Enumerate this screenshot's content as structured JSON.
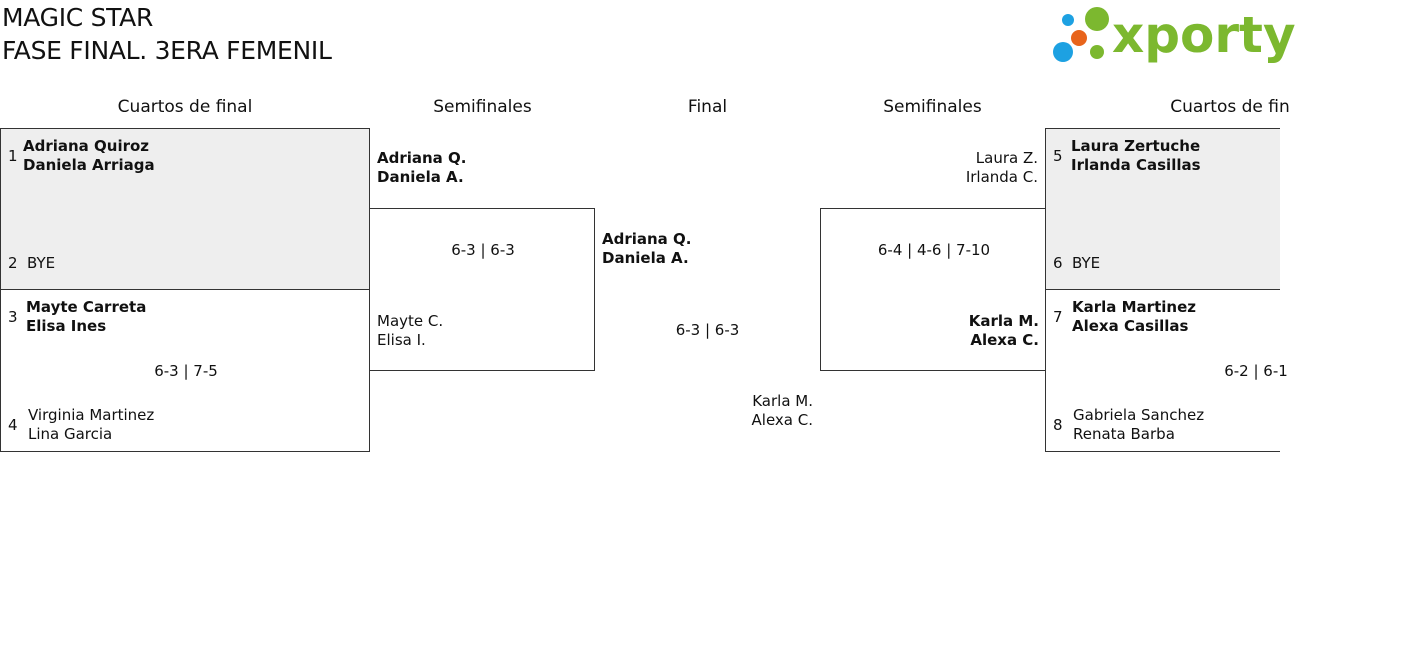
{
  "title": {
    "line1": "MAGIC STAR",
    "line2": "FASE FINAL. 3ERA FEMENIL"
  },
  "logo": {
    "text": "xporty",
    "colors": {
      "green": "#7cb82f",
      "blue": "#1da1e2",
      "orange": "#e8641b"
    }
  },
  "rounds": {
    "quarters_left": "Cuartos de final",
    "semis_left": "Semifinales",
    "final": "Final",
    "semis_right": "Semifinales",
    "quarters_right": "Cuartos de fin"
  },
  "quarters_left": {
    "match1": {
      "seed_a": "1",
      "team_a": [
        "Adriana Quiroz",
        "Daniela Arriaga"
      ],
      "seed_b": "2",
      "team_b": [
        "BYE"
      ]
    },
    "match2": {
      "seed_a": "3",
      "team_a": [
        "Mayte Carreta",
        "Elisa Ines"
      ],
      "score": "6-3 | 7-5",
      "seed_b": "4",
      "team_b": [
        "Virginia Martinez",
        "Lina Garcia"
      ]
    }
  },
  "semis_left": {
    "team_a": [
      "Adriana Q.",
      "Daniela A."
    ],
    "score": "6-3 | 6-3",
    "team_b": [
      "Mayte C.",
      "Elisa I."
    ]
  },
  "final": {
    "team_a": [
      "Adriana Q.",
      "Daniela A."
    ],
    "score": "6-3 | 6-3",
    "team_b": [
      "Karla M.",
      "Alexa C."
    ]
  },
  "semis_right": {
    "team_a": [
      "Laura Z.",
      "Irlanda C."
    ],
    "score": "6-4 | 4-6 | 7-10",
    "team_b": [
      "Karla M.",
      "Alexa C."
    ]
  },
  "quarters_right": {
    "match1": {
      "seed_a": "5",
      "team_a": [
        "Laura Zertuche",
        "Irlanda Casillas"
      ],
      "seed_b": "6",
      "team_b": [
        "BYE"
      ]
    },
    "match2": {
      "seed_a": "7",
      "team_a": [
        "Karla Martinez",
        "Alexa Casillas"
      ],
      "score": "6-2 | 6-1",
      "seed_b": "8",
      "team_b": [
        "Gabriela Sanchez",
        "Renata Barba"
      ]
    }
  }
}
